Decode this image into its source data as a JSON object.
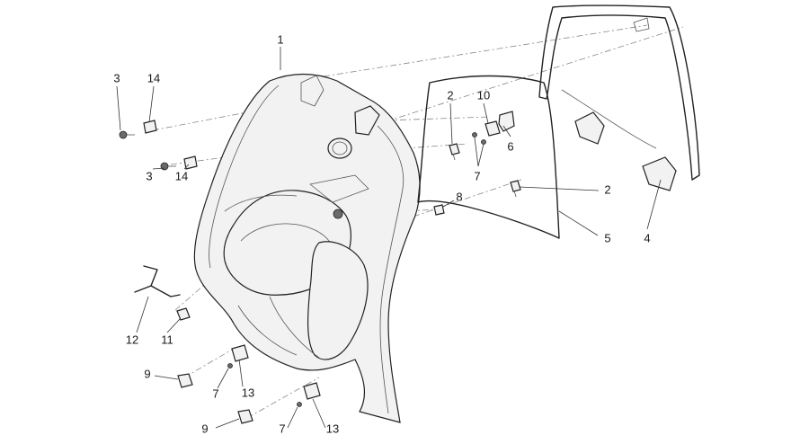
{
  "diagram": {
    "callouts": [
      {
        "id": "c1",
        "text": "1"
      },
      {
        "id": "c3a",
        "text": "3"
      },
      {
        "id": "c14a",
        "text": "14"
      },
      {
        "id": "c3b",
        "text": "3"
      },
      {
        "id": "c14b",
        "text": "14"
      },
      {
        "id": "c2a",
        "text": "2"
      },
      {
        "id": "c10",
        "text": "10"
      },
      {
        "id": "c6",
        "text": "6"
      },
      {
        "id": "c7a",
        "text": "7"
      },
      {
        "id": "c2b",
        "text": "2"
      },
      {
        "id": "c8",
        "text": "8"
      },
      {
        "id": "c5",
        "text": "5"
      },
      {
        "id": "c4",
        "text": "4"
      },
      {
        "id": "c12",
        "text": "12"
      },
      {
        "id": "c11",
        "text": "11"
      },
      {
        "id": "c9a",
        "text": "9"
      },
      {
        "id": "c7b",
        "text": "7"
      },
      {
        "id": "c13a",
        "text": "13"
      },
      {
        "id": "c9b",
        "text": "9"
      },
      {
        "id": "c7c",
        "text": "7"
      },
      {
        "id": "c13b",
        "text": "13"
      }
    ]
  }
}
